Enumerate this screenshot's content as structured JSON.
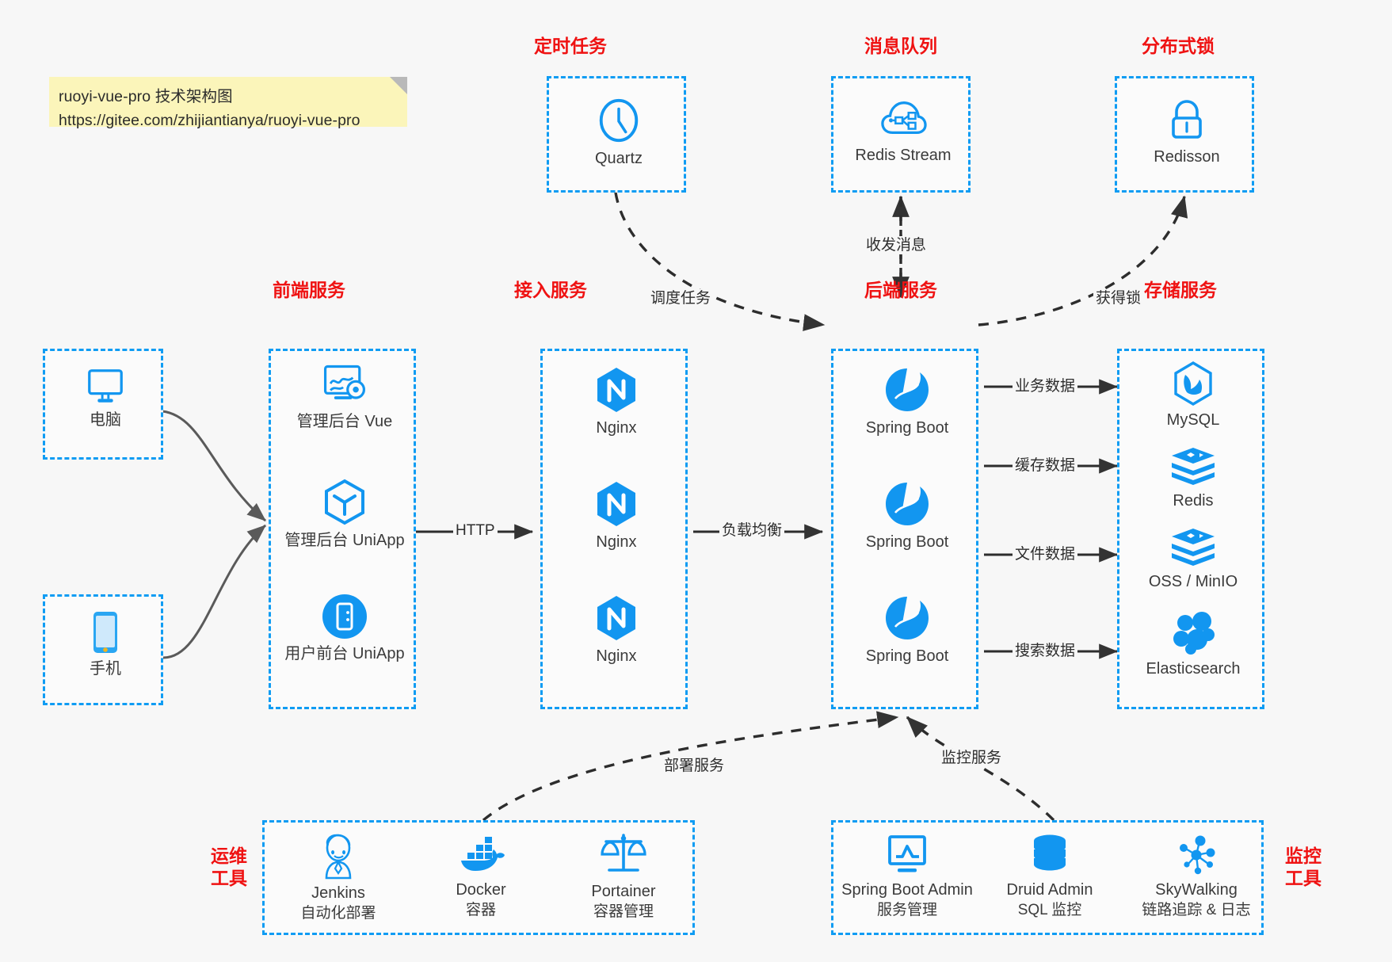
{
  "note": {
    "line1": "ruoyi-vue-pro 技术架构图",
    "line2": "https://gitee.com/zhijiantianya/ruoyi-vue-pro"
  },
  "colors": {
    "dashed_border": "#0f9cf3",
    "icon_blue": "#1296f0",
    "caption_red": "#ef1212",
    "background": "#f7f7f7",
    "note_bg": "#fbf5ba",
    "arrow": "#333333"
  },
  "groups": {
    "scheduler": {
      "caption": "定时任务",
      "nodes": [
        {
          "label": "Quartz",
          "icon": "clock-icon"
        }
      ]
    },
    "mq": {
      "caption": "消息队列",
      "nodes": [
        {
          "label": "Redis Stream",
          "icon": "cloud-node-icon"
        }
      ]
    },
    "lock": {
      "caption": "分布式锁",
      "nodes": [
        {
          "label": "Redisson",
          "icon": "lock-icon"
        }
      ]
    },
    "clients": {
      "nodes": [
        {
          "label": "电脑",
          "icon": "desktop-icon"
        },
        {
          "label": "手机",
          "icon": "mobile-icon"
        }
      ]
    },
    "frontend": {
      "caption": "前端服务",
      "nodes": [
        {
          "label": "管理后台 Vue",
          "icon": "dashboard-gear-icon"
        },
        {
          "label": "管理后台 UniApp",
          "icon": "cube-icon"
        },
        {
          "label": "用户前台 UniApp",
          "icon": "app-circle-icon"
        }
      ]
    },
    "gateway": {
      "caption": "接入服务",
      "nodes": [
        {
          "label": "Nginx",
          "icon": "nginx-icon"
        },
        {
          "label": "Nginx",
          "icon": "nginx-icon"
        },
        {
          "label": "Nginx",
          "icon": "nginx-icon"
        }
      ]
    },
    "backend": {
      "caption": "后端服务",
      "nodes": [
        {
          "label": "Spring Boot",
          "icon": "spring-icon"
        },
        {
          "label": "Spring Boot",
          "icon": "spring-icon"
        },
        {
          "label": "Spring Boot",
          "icon": "spring-icon"
        }
      ]
    },
    "storage": {
      "caption": "存储服务",
      "nodes": [
        {
          "label": "MySQL",
          "icon": "mysql-icon"
        },
        {
          "label": "Redis",
          "icon": "redis-icon"
        },
        {
          "label": "OSS / MinIO",
          "icon": "redis-icon"
        },
        {
          "label": "Elasticsearch",
          "icon": "elasticsearch-icon"
        }
      ]
    },
    "devops": {
      "caption_line1": "运维",
      "caption_line2": "工具",
      "nodes": [
        {
          "label": "Jenkins",
          "sub": "自动化部署",
          "icon": "jenkins-icon"
        },
        {
          "label": "Docker",
          "sub": "容器",
          "icon": "docker-icon"
        },
        {
          "label": "Portainer",
          "sub": "容器管理",
          "icon": "scales-icon"
        }
      ]
    },
    "monitor": {
      "caption_line1": "监控",
      "caption_line2": "工具",
      "nodes": [
        {
          "label": "Spring Boot Admin",
          "sub": "服务管理",
          "icon": "monitor-chart-icon"
        },
        {
          "label": "Druid Admin",
          "sub": "SQL 监控",
          "icon": "database-icon"
        },
        {
          "label": "SkyWalking",
          "sub": "链路追踪 & 日志",
          "icon": "skywalking-icon"
        }
      ]
    }
  },
  "edges": {
    "schedule_task": "调度任务",
    "send_receive_message": "收发消息",
    "acquire_lock": "获得锁",
    "http": "HTTP",
    "load_balance": "负载均衡",
    "business_data": "业务数据",
    "cache_data": "缓存数据",
    "file_data": "文件数据",
    "search_data": "搜索数据",
    "deploy_service": "部署服务",
    "monitor_service": "监控服务"
  }
}
